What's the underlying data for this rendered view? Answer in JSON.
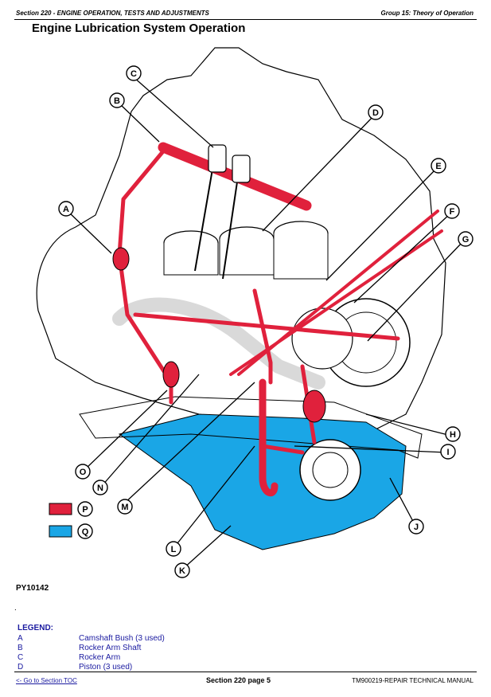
{
  "header": {
    "section": "Section 220 - ENGINE OPERATION, TESTS AND ADJUSTMENTS",
    "group": "Group 15: Theory of Operation"
  },
  "title": "Engine Lubrication System Operation",
  "figure": {
    "id": "PY10142",
    "callouts": [
      "A",
      "B",
      "C",
      "D",
      "E",
      "F",
      "G",
      "H",
      "I",
      "J",
      "K",
      "L",
      "M",
      "N",
      "O",
      "P",
      "Q"
    ],
    "colors": {
      "pressure_oil": "#e0213c",
      "sump_oil": "#1aa6e6"
    }
  },
  "bullet": ".",
  "legend": {
    "heading": "LEGEND:",
    "items": [
      {
        "key": "A",
        "label": "Camshaft Bush (3 used)"
      },
      {
        "key": "B",
        "label": "Rocker Arm Shaft"
      },
      {
        "key": "C",
        "label": "Rocker Arm"
      },
      {
        "key": "D",
        "label": "Piston (3 used)"
      }
    ]
  },
  "footer": {
    "toc_link": "<- Go to Section TOC",
    "page": "Section 220 page 5",
    "manual": "TM900219-REPAIR TECHNICAL MANUAL"
  }
}
